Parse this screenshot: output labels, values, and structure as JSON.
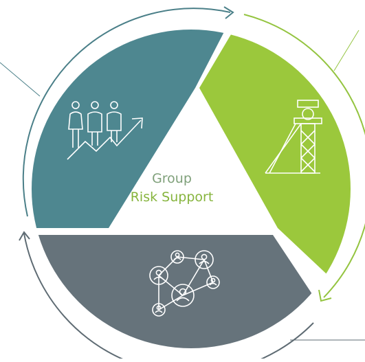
{
  "center": {
    "line1": "Group",
    "line2": "Risk Support"
  },
  "segments": [
    {
      "name": "people-growth",
      "icon": "people-growth-chart-icon",
      "color": "#4e8790"
    },
    {
      "name": "mining",
      "icon": "mine-headframe-icon",
      "color": "#9bc83c"
    },
    {
      "name": "network",
      "icon": "people-network-icon",
      "color": "#66737b"
    }
  ],
  "colors": {
    "teal": "#4e8790",
    "green": "#9bc83c",
    "slate": "#66737b",
    "outline_teal": "#4a7f88",
    "outline_green": "#94c440",
    "outline_slate": "#5e6b73",
    "center_text_gray": "#7fa07a",
    "center_text_green": "#86b43d"
  }
}
